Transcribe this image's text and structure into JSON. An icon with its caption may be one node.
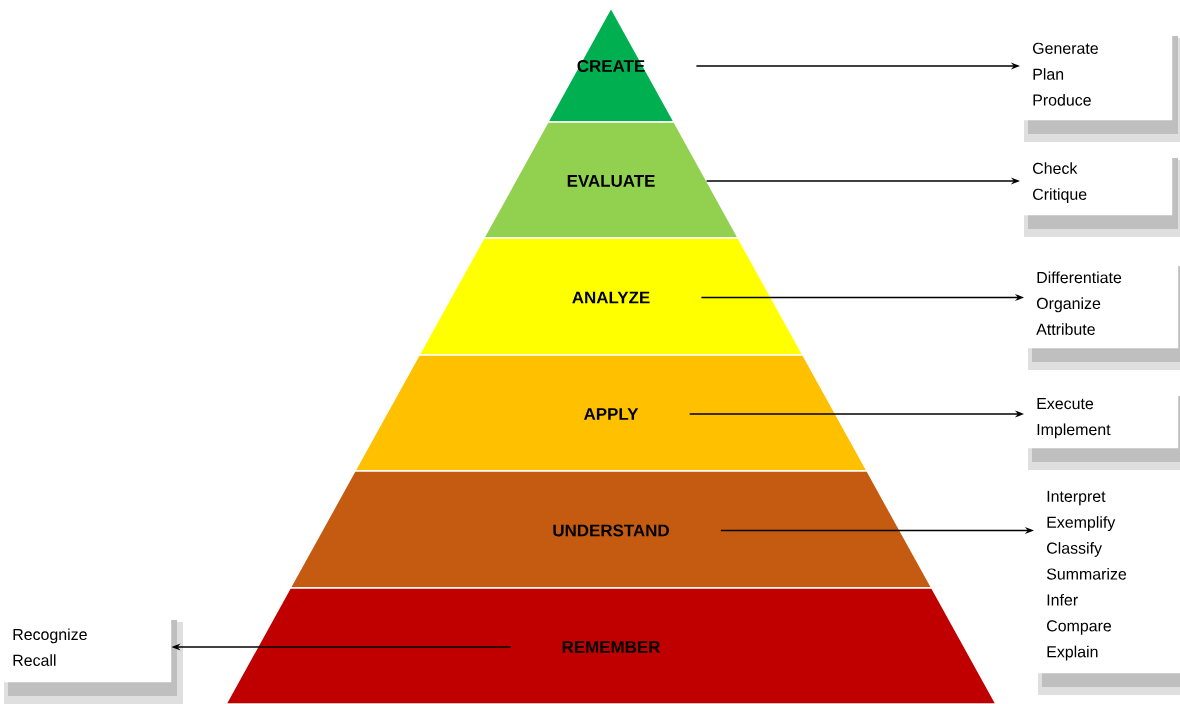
{
  "diagram": {
    "nodes": [
      {
        "text": [
          "CREATE"
        ]
      },
      {
        "text": [
          "EVALUATE"
        ]
      },
      {
        "text": [
          "ANALYZE"
        ]
      },
      {
        "text": [
          "APPLY"
        ]
      },
      {
        "text": [
          "UNDERSTAND"
        ]
      },
      {
        "text": [
          "REMEMBER"
        ]
      },
      {
        "text": [
          "Generate",
          "Plan",
          "Produce"
        ]
      },
      {
        "text": [
          "Check",
          "Critique"
        ]
      },
      {
        "text": [
          "Differentiate",
          "Organize",
          "Attribute"
        ]
      },
      {
        "text": [
          "Execute",
          "Implement"
        ]
      },
      {
        "text": [
          "Interpret",
          "Exemplify",
          "Classify",
          "Summarize",
          "Infer",
          "Compare",
          "Explain"
        ]
      },
      {
        "text": [
          "Recognize",
          "Recall"
        ]
      }
    ],
    "edges": [
      {
        "from": 0,
        "to": 6,
        "arrow": "to"
      },
      {
        "from": 1,
        "to": 7,
        "arrow": "to"
      },
      {
        "from": 2,
        "to": 8,
        "arrow": "to"
      },
      {
        "from": 3,
        "to": 9,
        "arrow": "to"
      },
      {
        "from": 4,
        "to": 10,
        "arrow": "to"
      },
      {
        "from": 5,
        "to": 11,
        "arrow": "to"
      }
    ]
  }
}
